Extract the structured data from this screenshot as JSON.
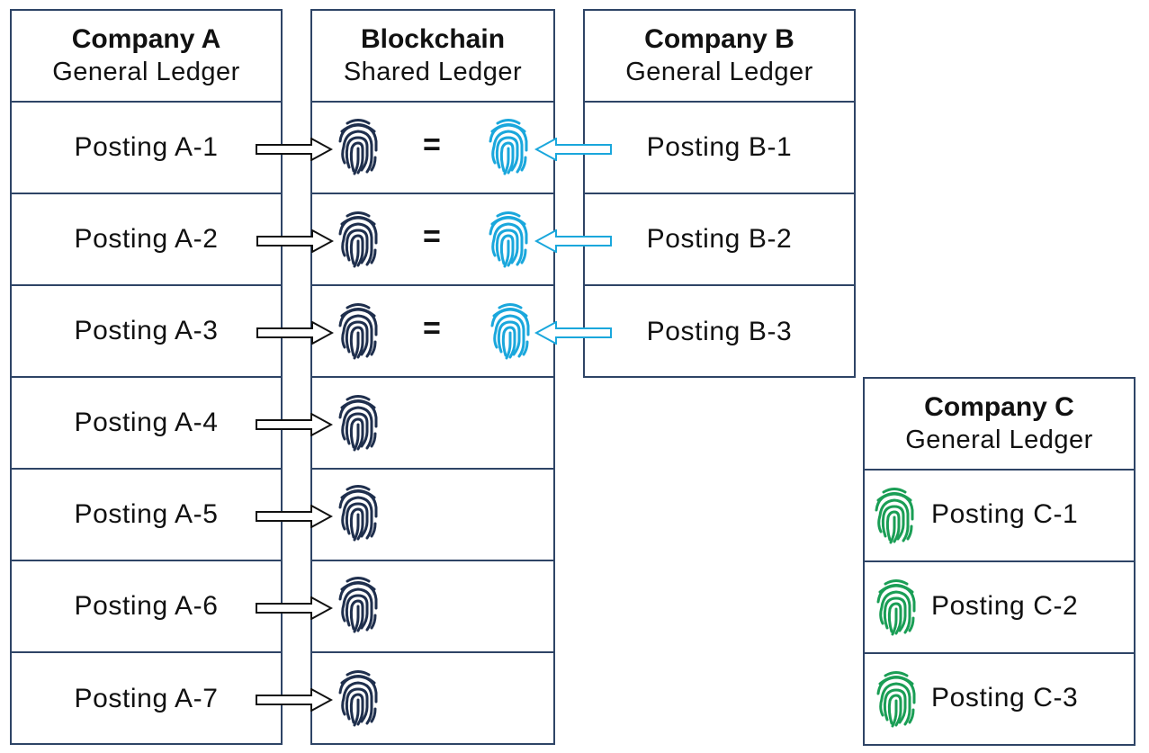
{
  "company_a": {
    "title": "Company A",
    "subtitle": "General Ledger",
    "postings": [
      "Posting A-1",
      "Posting A-2",
      "Posting A-3",
      "Posting A-4",
      "Posting A-5",
      "Posting A-6",
      "Posting A-7"
    ]
  },
  "blockchain": {
    "title": "Blockchain",
    "subtitle": "Shared Ledger",
    "equals": "="
  },
  "company_b": {
    "title": "Company B",
    "subtitle": "General Ledger",
    "postings": [
      "Posting B-1",
      "Posting B-2",
      "Posting B-3"
    ]
  },
  "company_c": {
    "title": "Company C",
    "subtitle": "General Ledger",
    "postings": [
      "Posting C-1",
      "Posting C-2",
      "Posting C-3"
    ]
  },
  "colors": {
    "border": "#2e4466",
    "fingerprint_a": "#1f2f4d",
    "fingerprint_b": "#1aa7dc",
    "fingerprint_c": "#1a9e55"
  },
  "icons": {
    "fingerprint": "fingerprint-icon",
    "arrow": "arrow-right-icon"
  }
}
